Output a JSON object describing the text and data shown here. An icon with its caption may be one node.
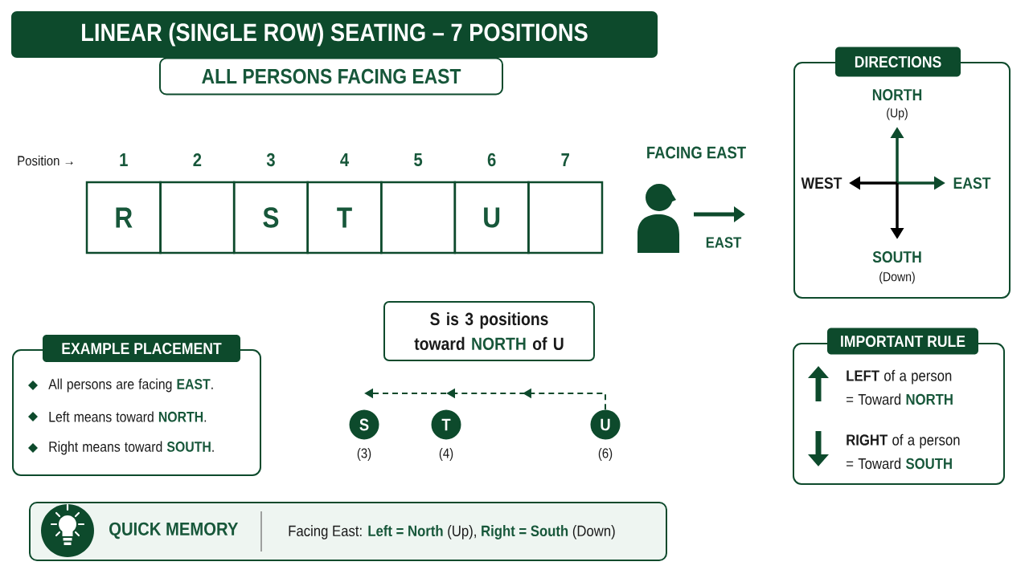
{
  "diagram": {
    "title": "LINEAR (SINGLE ROW) SEATING – 7 POSITIONS",
    "nodes": [
      {
        "text": [
          "ALL PERSONS FACING EAST"
        ]
      },
      {
        "text": [
          "R"
        ],
        "beside": [
          "1"
        ]
      },
      {
        "text": [],
        "shape": "box",
        "beside": [
          "2"
        ]
      },
      {
        "text": [
          "S"
        ],
        "beside": [
          "3"
        ]
      },
      {
        "text": [
          "T"
        ],
        "beside": [
          "4"
        ]
      },
      {
        "text": [],
        "shape": "box",
        "beside": [
          "5"
        ]
      },
      {
        "text": [
          "U"
        ],
        "beside": [
          "6"
        ]
      },
      {
        "text": [],
        "shape": "box",
        "beside": [
          "7"
        ]
      },
      {
        "text": [
          "DIRECTIONS"
        ]
      },
      {
        "text": [
          "EXAMPLE PLACEMENT",
          "All persons are facing **EAST**.",
          "Left means toward **NORTH**.",
          "Right means toward **SOUTH**."
        ]
      },
      {
        "text": [
          "S is 3 positions toward **NORTH** of U"
        ]
      },
      {
        "text": [
          "S"
        ],
        "beside": [
          "(3)"
        ]
      },
      {
        "text": [
          "T"
        ],
        "beside": [
          "(4)"
        ]
      },
      {
        "text": [
          "U"
        ],
        "beside": [
          "(6)"
        ]
      },
      {
        "text": [
          "IMPORTANT RULE",
          "**LEFT** of a person = Toward **NORTH**",
          "**RIGHT** of a person = Toward **SOUTH**"
        ]
      },
      {
        "text": [
          "QUICK MEMORY",
          "Facing East: **Left = North** (Up), **Right = South** (Down)"
        ]
      }
    ],
    "edges": [
      {
        "from": 13,
        "to": 12,
        "arrow": "to",
        "style": "dashed"
      },
      {
        "from": 12,
        "to": 11,
        "arrow": "to",
        "style": "dashed"
      }
    ],
    "labels": [
      "Position →",
      "FACING EAST",
      "EAST",
      "NORTH",
      "(Up)",
      "WEST",
      "EAST",
      "SOUTH",
      "(Down)"
    ]
  }
}
